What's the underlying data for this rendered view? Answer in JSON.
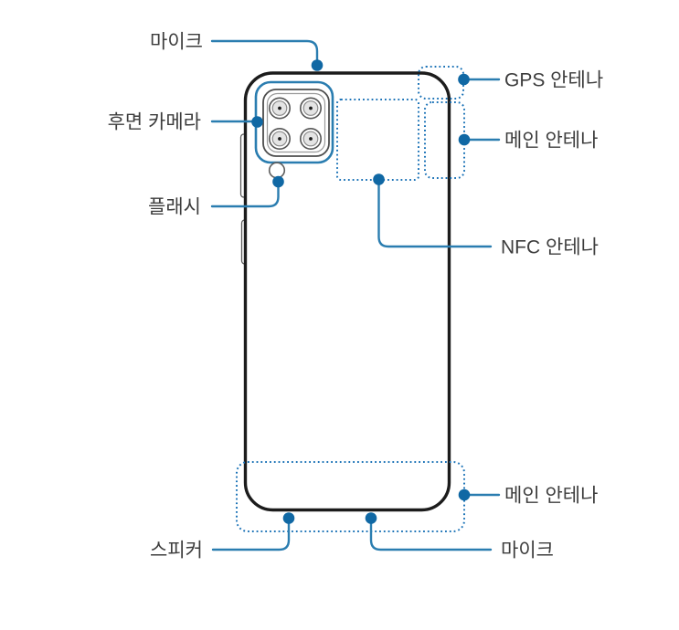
{
  "page": {
    "background": "#ffffff",
    "kind": "device-manual-diagram",
    "device_view": "smartphone-back"
  },
  "colors": {
    "body_outline": "#1c1c1c",
    "callout_line": "#2a7db0",
    "callout_dot": "#1068a4",
    "antenna_box_dotted": "#1c73b7",
    "label_text": "#3d3d3d"
  },
  "diagram": {
    "labels": [
      {
        "id": "mic-top",
        "text": "마이크"
      },
      {
        "id": "rear-camera",
        "text": "후면 카메라"
      },
      {
        "id": "flash",
        "text": "플래시"
      },
      {
        "id": "gps-antenna",
        "text": "GPS 안테나"
      },
      {
        "id": "main-antenna-top",
        "text": "메인 안테나"
      },
      {
        "id": "nfc-antenna",
        "text": "NFC 안테나"
      },
      {
        "id": "main-antenna-bottom",
        "text": "메인 안테나"
      },
      {
        "id": "speaker",
        "text": "스피커"
      },
      {
        "id": "mic-bottom",
        "text": "마이크"
      }
    ],
    "features": [
      "microphone (top edge)",
      "rear camera (quad lens module)",
      "flash",
      "GPS antenna (dotted region, top-right corner)",
      "main antenna (dotted region, upper-right edge)",
      "NFC antenna (dotted region, upper-middle)",
      "main antenna (dotted region, bottom)",
      "speaker (bottom edge)",
      "microphone (bottom edge)"
    ]
  }
}
